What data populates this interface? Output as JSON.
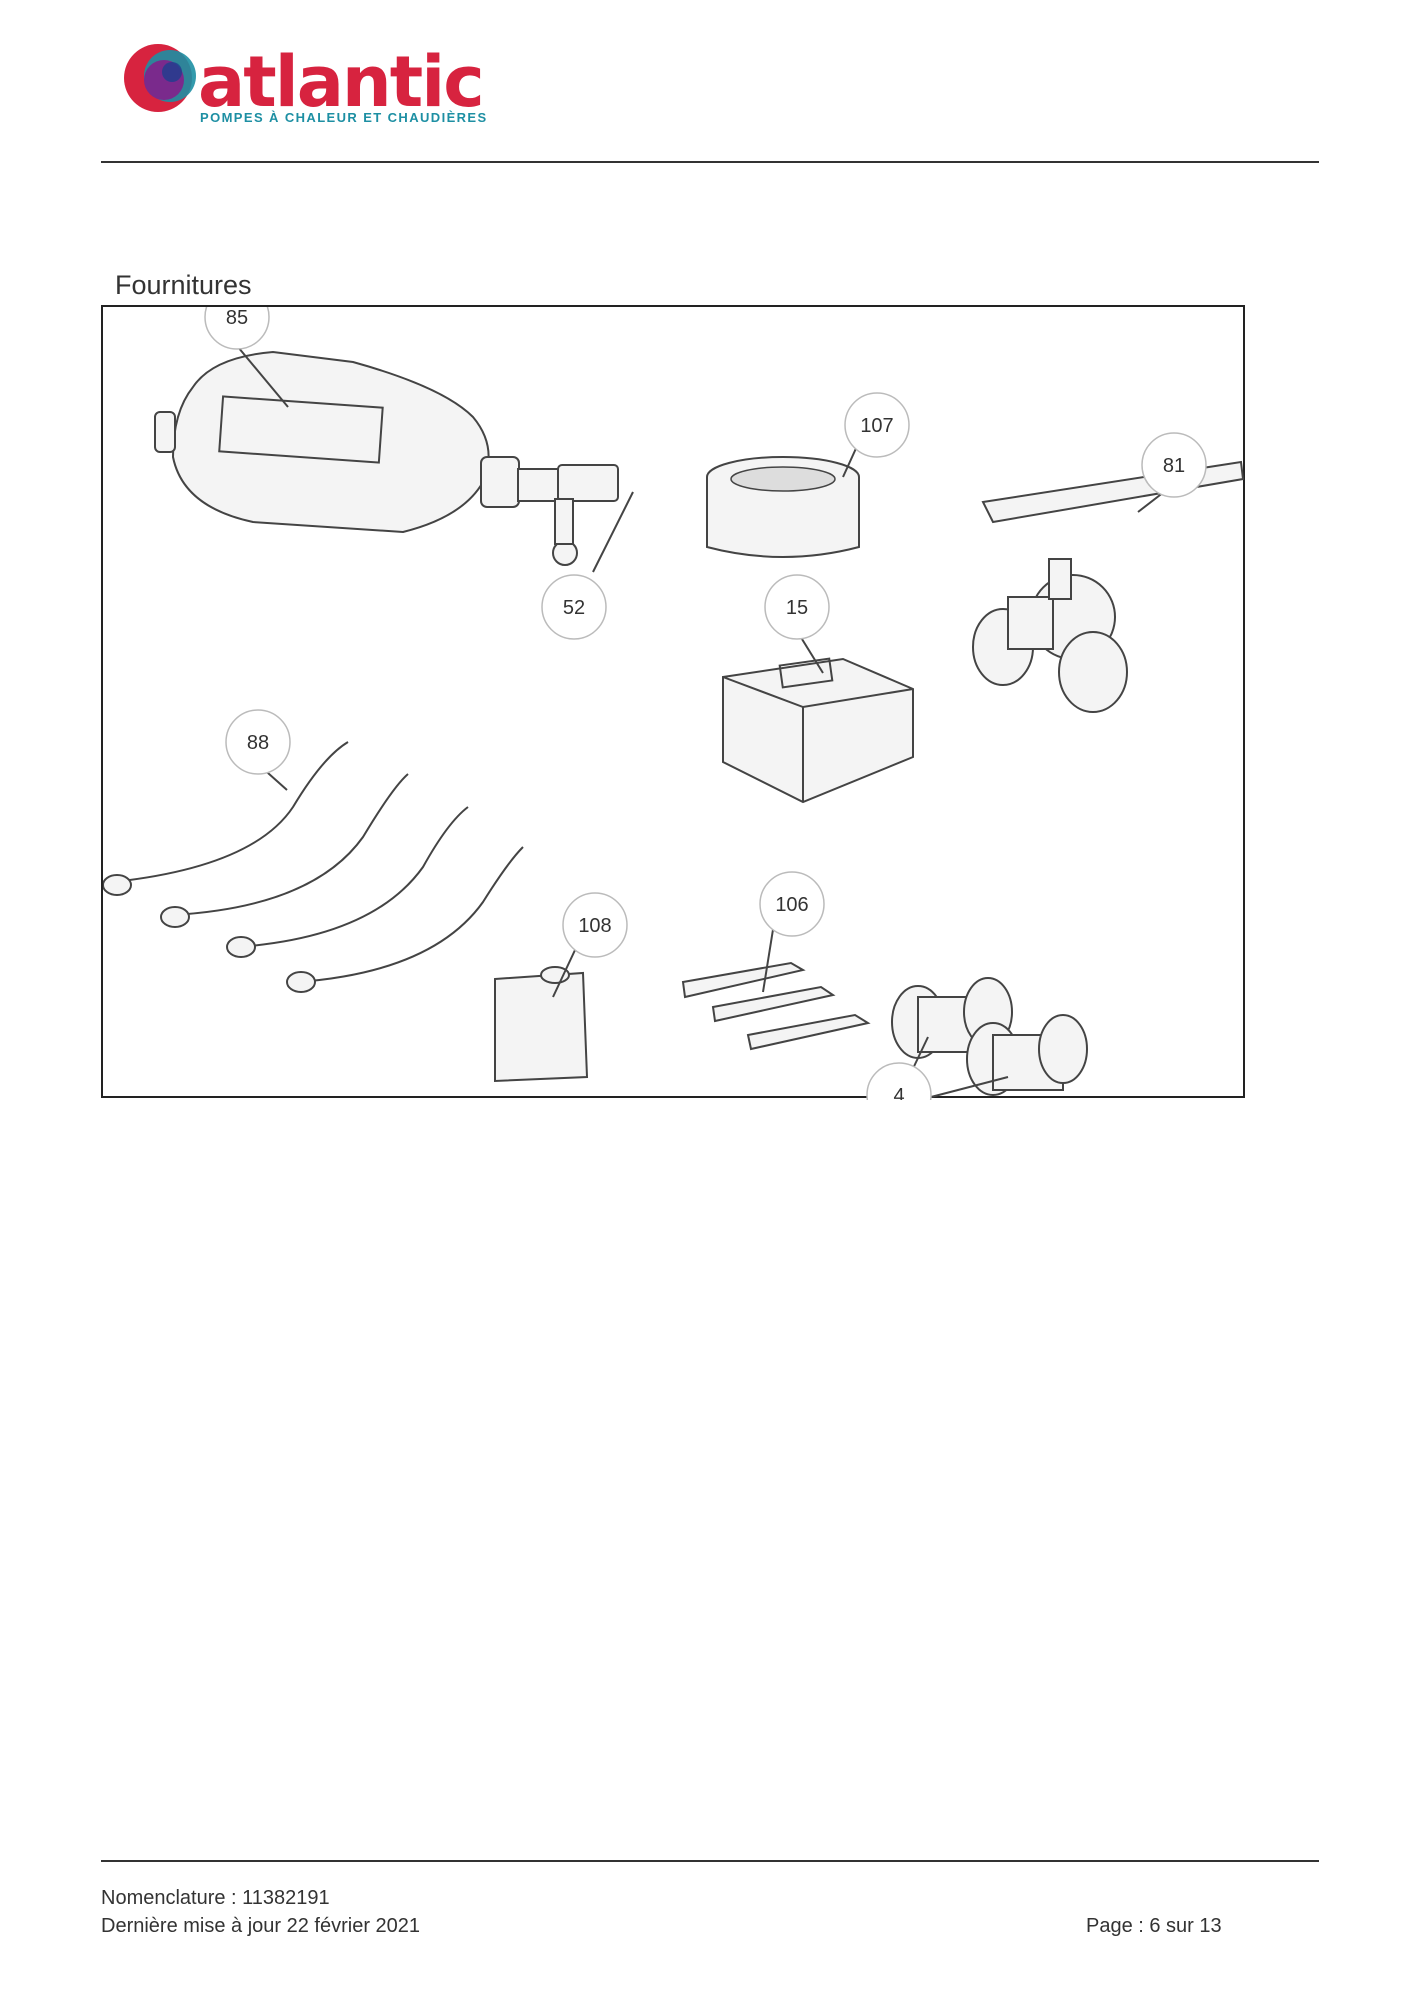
{
  "header": {
    "brand": "atlantic",
    "tagline": "POMPES À CHALEUR ET CHAUDIÈRES",
    "colors": {
      "brand_red": "#d7233f",
      "teal": "#1d8fa3",
      "purple": "#7a2a8c",
      "navy": "#1e3f8f"
    }
  },
  "section": {
    "title": "Fournitures"
  },
  "figure": {
    "callouts": [
      {
        "id": "85",
        "label": "85"
      },
      {
        "id": "107",
        "label": "107"
      },
      {
        "id": "81",
        "label": "81"
      },
      {
        "id": "52",
        "label": "52"
      },
      {
        "id": "15",
        "label": "15"
      },
      {
        "id": "88",
        "label": "88"
      },
      {
        "id": "106",
        "label": "106"
      },
      {
        "id": "108",
        "label": "108"
      },
      {
        "id": "4",
        "label": "4"
      }
    ]
  },
  "footer": {
    "nomenclature": "Nomenclature : 11382191",
    "last_update": "Dernière mise à jour 22 février 2021",
    "page": "Page : 6 sur 13"
  }
}
